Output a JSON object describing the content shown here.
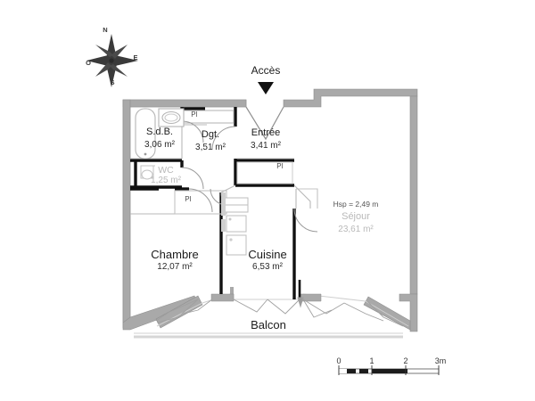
{
  "plan": {
    "access_label": "Accès",
    "compass": {
      "north": "N",
      "east": "E",
      "south": "S",
      "west": "O"
    },
    "ceiling_height_note": "Hsp = 2,49 m",
    "rooms": [
      {
        "name": "S.d.B.",
        "area": "3,06 m²"
      },
      {
        "name": "Dgt.",
        "area": "3,51 m²"
      },
      {
        "name": "Entrée",
        "area": "3,41 m²"
      },
      {
        "name": "WC",
        "area": "1,25 m²"
      },
      {
        "name": "Chambre",
        "area": "12,07 m²"
      },
      {
        "name": "Cuisine",
        "area": "6,53 m²"
      },
      {
        "name": "Séjour",
        "area": "23,61 m²"
      },
      {
        "name": "Balcon",
        "area": ""
      }
    ],
    "closets": [
      {
        "label": "Pl"
      },
      {
        "label": "Pl"
      },
      {
        "label": "Pl"
      }
    ],
    "scale": {
      "ticks": [
        "0",
        "1",
        "2",
        "3m"
      ]
    },
    "colors": {
      "wall_fill": "#a9a9a9",
      "wall_stroke": "#8e8e8e",
      "interior_wall": "#111111",
      "thin_line": "#bdbdbd",
      "text": "#1b1b1b",
      "background": "#ffffff"
    }
  }
}
